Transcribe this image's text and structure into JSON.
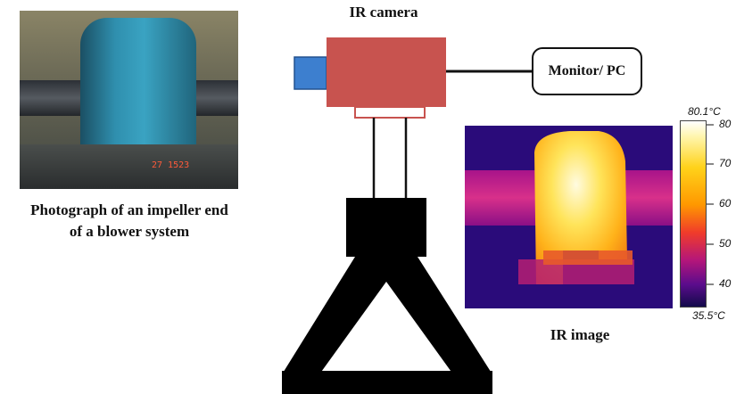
{
  "labels": {
    "ir_camera": "IR camera",
    "monitor": "Monitor/ PC",
    "photo_caption_line1": "Photograph of an impeller end",
    "photo_caption_line2": "of a blower system",
    "ir_image_caption": "IR  image",
    "photo_timestamp": "27 1523"
  },
  "colorbar": {
    "max_label": "80.1°C",
    "min_label": "35.5°C",
    "ticks": [
      "80",
      "70",
      "60",
      "50",
      "40"
    ]
  },
  "colors": {
    "camera_body": "#c8534f",
    "camera_lens": "#3d7fcf",
    "stand": "#000000",
    "ir_background": "#2a0b7a"
  }
}
